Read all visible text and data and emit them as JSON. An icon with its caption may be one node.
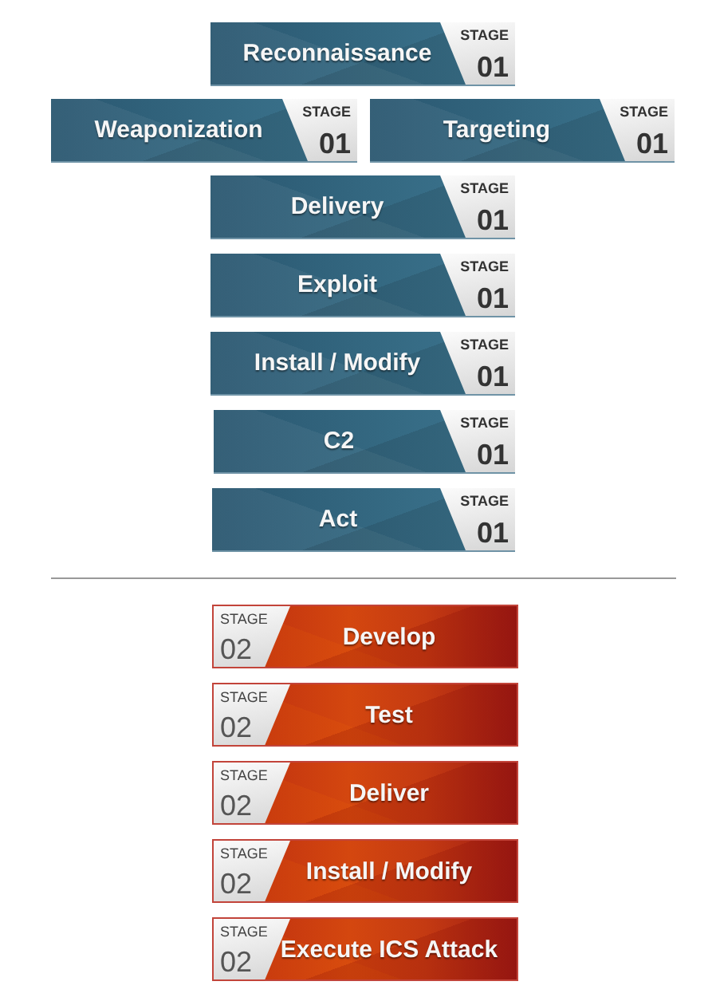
{
  "diagram": {
    "nodes": [
      {
        "text": [
          "Reconnaissance",
          "STAGE",
          "01"
        ]
      },
      {
        "text": [
          "Weaponization",
          "STAGE",
          "01"
        ]
      },
      {
        "text": [
          "Targeting",
          "STAGE",
          "01"
        ]
      },
      {
        "text": [
          "Delivery",
          "STAGE",
          "01"
        ]
      },
      {
        "text": [
          "Exploit",
          "STAGE",
          "01"
        ]
      },
      {
        "text": [
          "Install / Modify",
          "STAGE",
          "01"
        ]
      },
      {
        "text": [
          "C2",
          "STAGE",
          "01"
        ]
      },
      {
        "text": [
          "Act",
          "STAGE",
          "01"
        ]
      },
      {
        "text": [
          "Develop",
          "STAGE",
          "02"
        ]
      },
      {
        "text": [
          "Test",
          "STAGE",
          "02"
        ]
      },
      {
        "text": [
          "Deliver",
          "STAGE",
          "02"
        ]
      },
      {
        "text": [
          "Install / Modify",
          "STAGE",
          "02"
        ]
      },
      {
        "text": [
          "Execute ICS Attack",
          "STAGE",
          "02"
        ]
      }
    ]
  }
}
